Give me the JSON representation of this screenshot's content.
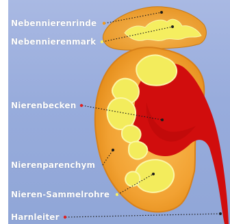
{
  "labels": {
    "adrenal_cortex": "Nebennierenrinde",
    "adrenal_medulla": "Nebennierenmark",
    "renal_pelvis": "Nierenbecken",
    "renal_parenchyma": "Nierenparenchym",
    "collecting_ducts": "Nieren-Sammelrohre",
    "ureter": "Harnleiter"
  },
  "colors": {
    "background": "#98acdc",
    "kidney_outer": "#e9951c",
    "kidney_inner": "#f7b84a",
    "adrenal": "#f2a633",
    "medulla": "#f5f06a",
    "pelvis": "#d40d0d",
    "dot_orange": "#f19a1f",
    "dot_yellow": "#f5f06a",
    "dot_red": "#e02020"
  }
}
